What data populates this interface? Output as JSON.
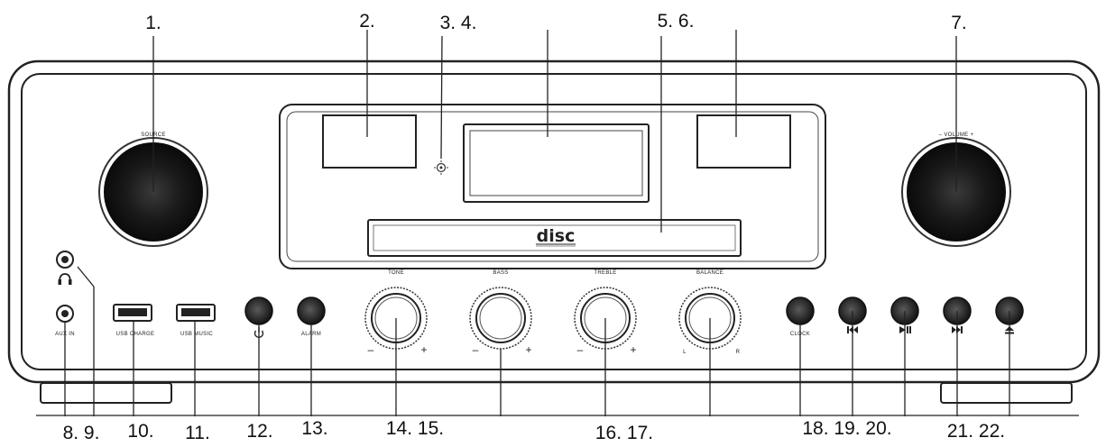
{
  "callouts": {
    "n1": "1.",
    "n2": "2.",
    "n3_4": "3. 4.",
    "n5_6": "5. 6.",
    "n7": "7.",
    "n8_9": "8. 9.",
    "n10": "10.",
    "n11": "11.",
    "n12": "12.",
    "n13": "13.",
    "n14_15": "14. 15.",
    "n16_17": "16. 17.",
    "n18_19_20": "18. 19. 20.",
    "n21_22": "21. 22."
  },
  "panel_labels": {
    "source": "SOURCE",
    "volume": "– VOLUME +",
    "aux_in": "AUX IN",
    "usb_charge": "USB CHARGE",
    "usb_music": "USB MUSIC",
    "alarm": "ALARM",
    "clock": "CLOCK",
    "tone": "TONE",
    "bass": "BASS",
    "treble": "TREBLE",
    "balance": "BALANCE",
    "minus": "–",
    "plus": "+",
    "left": "L",
    "right": "R",
    "disc_logo": "disc"
  },
  "icons": {
    "headphone": "headphone-icon",
    "power": "power-icon",
    "prev": "previous-track-icon",
    "play_pause": "play-pause-icon",
    "next": "next-track-icon",
    "eject": "eject-icon",
    "ir_sensor": "ir-sensor-icon"
  }
}
